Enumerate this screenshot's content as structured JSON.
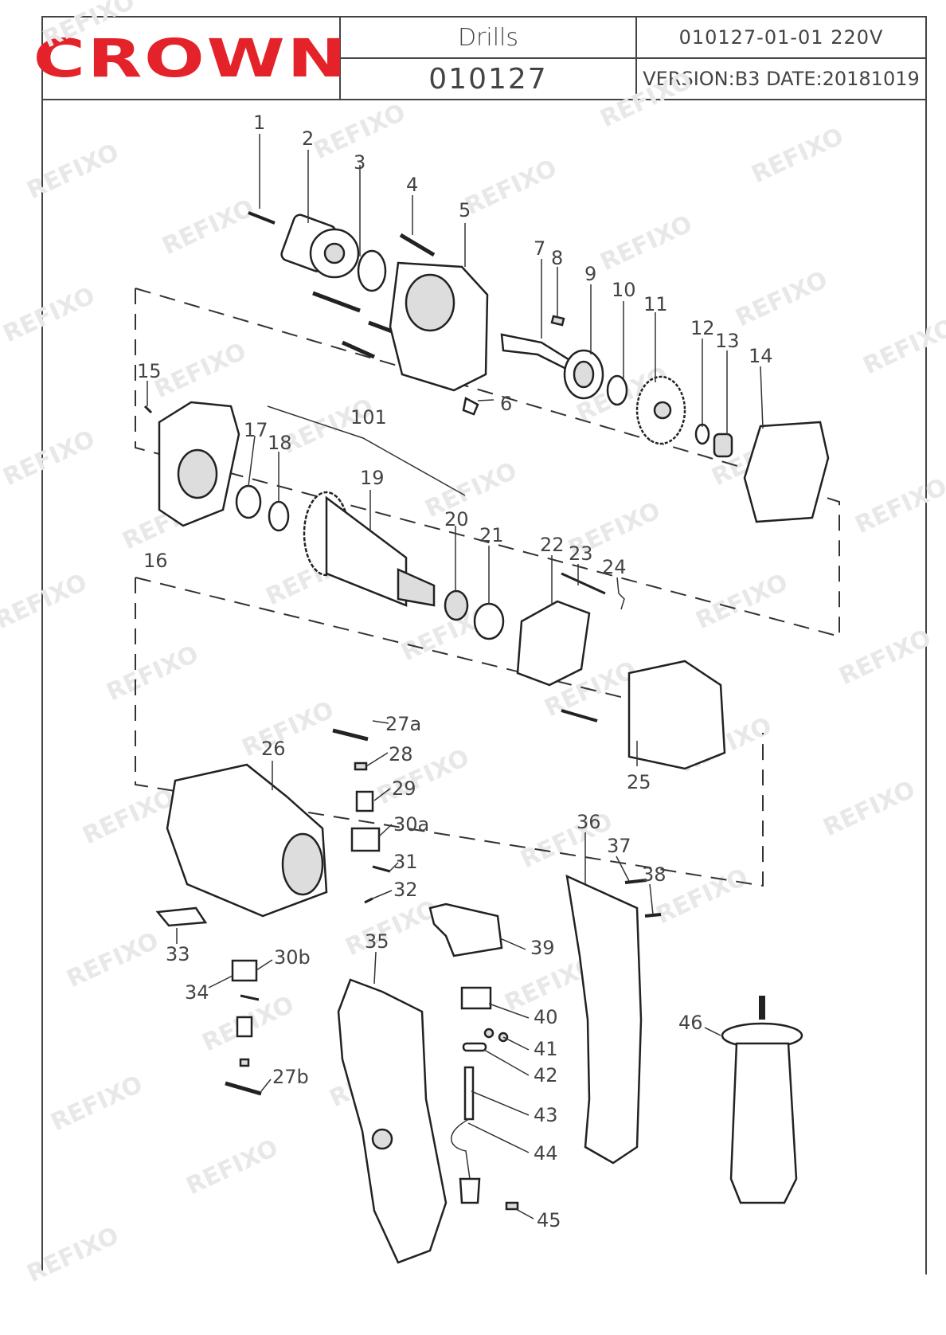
{
  "header": {
    "brand": "CROWN",
    "tool_name": "Drills",
    "model": "010127",
    "part_code": "010127-01-01   220V",
    "version_line": "VERSION:B3  DATE:20181019"
  },
  "watermark": "REFIXO",
  "callouts": {
    "c1": "1",
    "c2": "2",
    "c3": "3",
    "c4": "4",
    "c5": "5",
    "c6": "6",
    "c7": "7",
    "c8": "8",
    "c9": "9",
    "c10": "10",
    "c11": "11",
    "c12": "12",
    "c13": "13",
    "c14": "14",
    "c15": "15",
    "c16": "16",
    "c17": "17",
    "c18": "18",
    "c19": "19",
    "c20": "20",
    "c21": "21",
    "c22": "22",
    "c23": "23",
    "c24": "24",
    "c25": "25",
    "c26": "26",
    "c27a": "27a",
    "c27b": "27b",
    "c28": "28",
    "c29": "29",
    "c30a": "30a",
    "c30b": "30b",
    "c31": "31",
    "c32": "32",
    "c33": "33",
    "c34": "34",
    "c35": "35",
    "c36": "36",
    "c37": "37",
    "c38": "38",
    "c39": "39",
    "c40": "40",
    "c41": "41",
    "c42": "42",
    "c43": "43",
    "c44": "44",
    "c45": "45",
    "c46": "46",
    "c101": "101"
  }
}
